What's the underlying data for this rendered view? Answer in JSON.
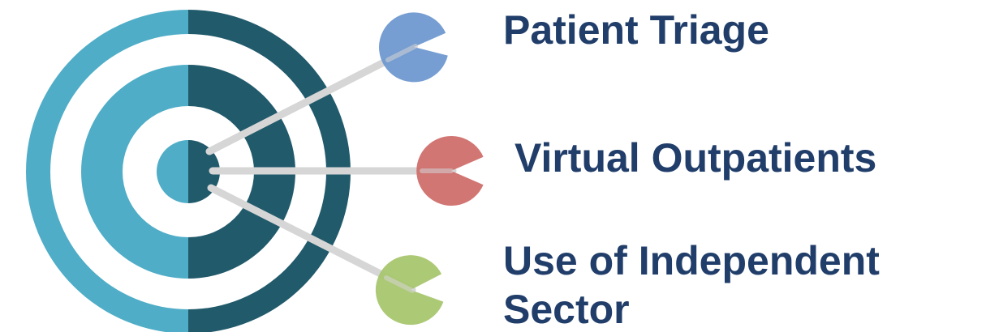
{
  "items": [
    {
      "label": "Patient Triage",
      "color": "#6f99d0"
    },
    {
      "label": "Virtual Outpatients",
      "color": "#cf6f6c"
    },
    {
      "label_line1": "Use of Independent",
      "label_line2": "Sector",
      "color": "#a8c66f"
    }
  ],
  "target": {
    "light_color": "#4fadc7",
    "dark_color": "#215a6b",
    "shaft_color": "#d6d6d6"
  }
}
